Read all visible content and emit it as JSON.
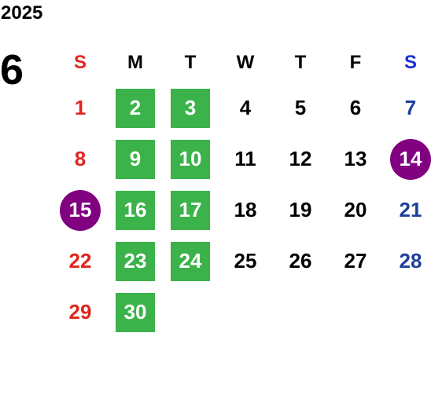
{
  "year": "2025",
  "month": "6",
  "weekdays": [
    "S",
    "M",
    "T",
    "W",
    "T",
    "F",
    "S"
  ],
  "colors": {
    "sunday": "#e0261d",
    "saturday": "#1f3f99",
    "highlight_green": "#3bb34a",
    "highlight_purple": "#800080"
  },
  "weeks": [
    [
      {
        "day": "1",
        "style": "sun"
      },
      {
        "day": "2",
        "style": "green"
      },
      {
        "day": "3",
        "style": "green"
      },
      {
        "day": "4",
        "style": ""
      },
      {
        "day": "5",
        "style": ""
      },
      {
        "day": "6",
        "style": ""
      },
      {
        "day": "7",
        "style": "sat"
      }
    ],
    [
      {
        "day": "8",
        "style": "sun"
      },
      {
        "day": "9",
        "style": "green"
      },
      {
        "day": "10",
        "style": "green"
      },
      {
        "day": "11",
        "style": ""
      },
      {
        "day": "12",
        "style": ""
      },
      {
        "day": "13",
        "style": ""
      },
      {
        "day": "14",
        "style": "circle"
      }
    ],
    [
      {
        "day": "15",
        "style": "circle"
      },
      {
        "day": "16",
        "style": "green"
      },
      {
        "day": "17",
        "style": "green"
      },
      {
        "day": "18",
        "style": ""
      },
      {
        "day": "19",
        "style": ""
      },
      {
        "day": "20",
        "style": ""
      },
      {
        "day": "21",
        "style": "sat"
      }
    ],
    [
      {
        "day": "22",
        "style": "sun"
      },
      {
        "day": "23",
        "style": "green"
      },
      {
        "day": "24",
        "style": "green"
      },
      {
        "day": "25",
        "style": ""
      },
      {
        "day": "26",
        "style": ""
      },
      {
        "day": "27",
        "style": ""
      },
      {
        "day": "28",
        "style": "sat"
      }
    ],
    [
      {
        "day": "29",
        "style": "sun"
      },
      {
        "day": "30",
        "style": "green"
      },
      {
        "day": "",
        "style": ""
      },
      {
        "day": "",
        "style": ""
      },
      {
        "day": "",
        "style": ""
      },
      {
        "day": "",
        "style": ""
      },
      {
        "day": "",
        "style": ""
      }
    ]
  ]
}
